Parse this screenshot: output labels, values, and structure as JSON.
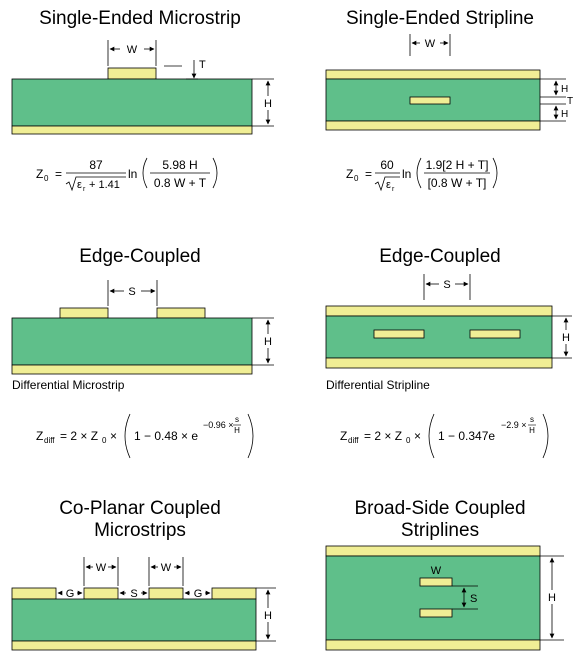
{
  "colors": {
    "dielectric": "#5fbf8a",
    "copper": "#f0ee95",
    "outline": "#000000"
  },
  "titles": {
    "single_microstrip": "Single-Ended Microstrip",
    "single_stripline": "Single-Ended Stripline",
    "edge_coupled_left": "Edge-Coupled",
    "edge_coupled_right": "Edge-Coupled",
    "coplanar_line1": "Co-Planar Coupled",
    "coplanar_line2": "Microstrips",
    "broadside_line1": "Broad-Side Coupled",
    "broadside_line2": "Striplines"
  },
  "captions": {
    "diff_microstrip": "Differential Microstrip",
    "diff_stripline": "Differential Stripline"
  },
  "dims": {
    "W": "W",
    "T": "T",
    "H": "H",
    "S": "S",
    "G": "G",
    "s_lower": "S"
  },
  "formulas": {
    "microstrip": {
      "lhs": "Z",
      "lhs_sub": "0",
      "eq": "=",
      "num": "87",
      "den_eps": "ε",
      "den_eps_sub": "r",
      "den_add": "+ 1.41",
      "ln": "ln",
      "inner_num": "5.98 H",
      "inner_den": "0.8 W + T"
    },
    "stripline": {
      "lhs": "Z",
      "lhs_sub": "0",
      "eq": "=",
      "num": "60",
      "den_eps": "ε",
      "den_eps_sub": "r",
      "ln": "ln",
      "inner_num": "1.9[2 H + T]",
      "inner_den": "[0.8 W + T]"
    },
    "diff_microstrip": {
      "lhs": "Z",
      "lhs_sub": "diff",
      "body": "= 2 × Z",
      "body_sub": "0",
      "times": "×",
      "paren_body": "1 − 0.48 × e",
      "exp": "−0.96 ×",
      "exp_num": "s",
      "exp_den": "H"
    },
    "diff_stripline": {
      "lhs": "Z",
      "lhs_sub": "diff",
      "body": "= 2 × Z",
      "body_sub": "0",
      "times": "×",
      "paren_body": "1 − 0.347e",
      "exp": "−2.9 ×",
      "exp_num": "s",
      "exp_den": "H"
    }
  }
}
